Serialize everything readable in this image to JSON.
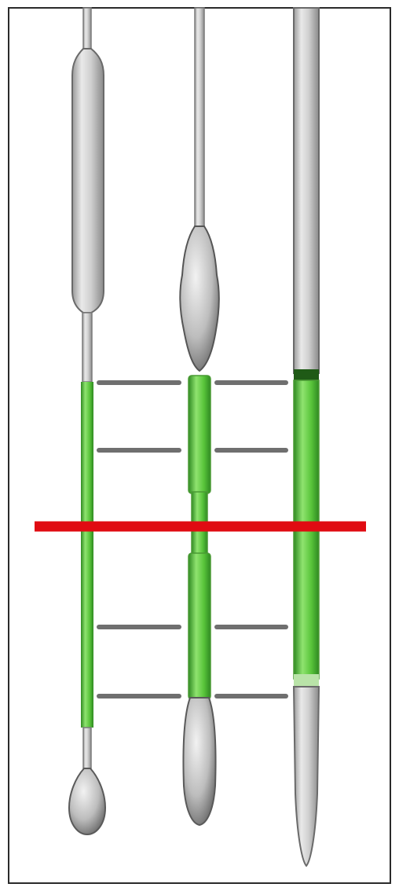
{
  "colors": {
    "frame": "#2a2a2a",
    "glass": "#c7c7c7",
    "glass_dark": "#7a7a7a",
    "liquid": "#58c43a",
    "liquid_dark": "#2f8a22",
    "graduation": "#6f6f6f",
    "red_line": "#e00b12",
    "background": "#ffffff"
  },
  "instruments": [
    {
      "type": "volumetric-pipette"
    },
    {
      "type": "measuring-pipette"
    },
    {
      "type": "graduated-pipette"
    }
  ],
  "graduation_marks": 4,
  "reference_lines": 1
}
